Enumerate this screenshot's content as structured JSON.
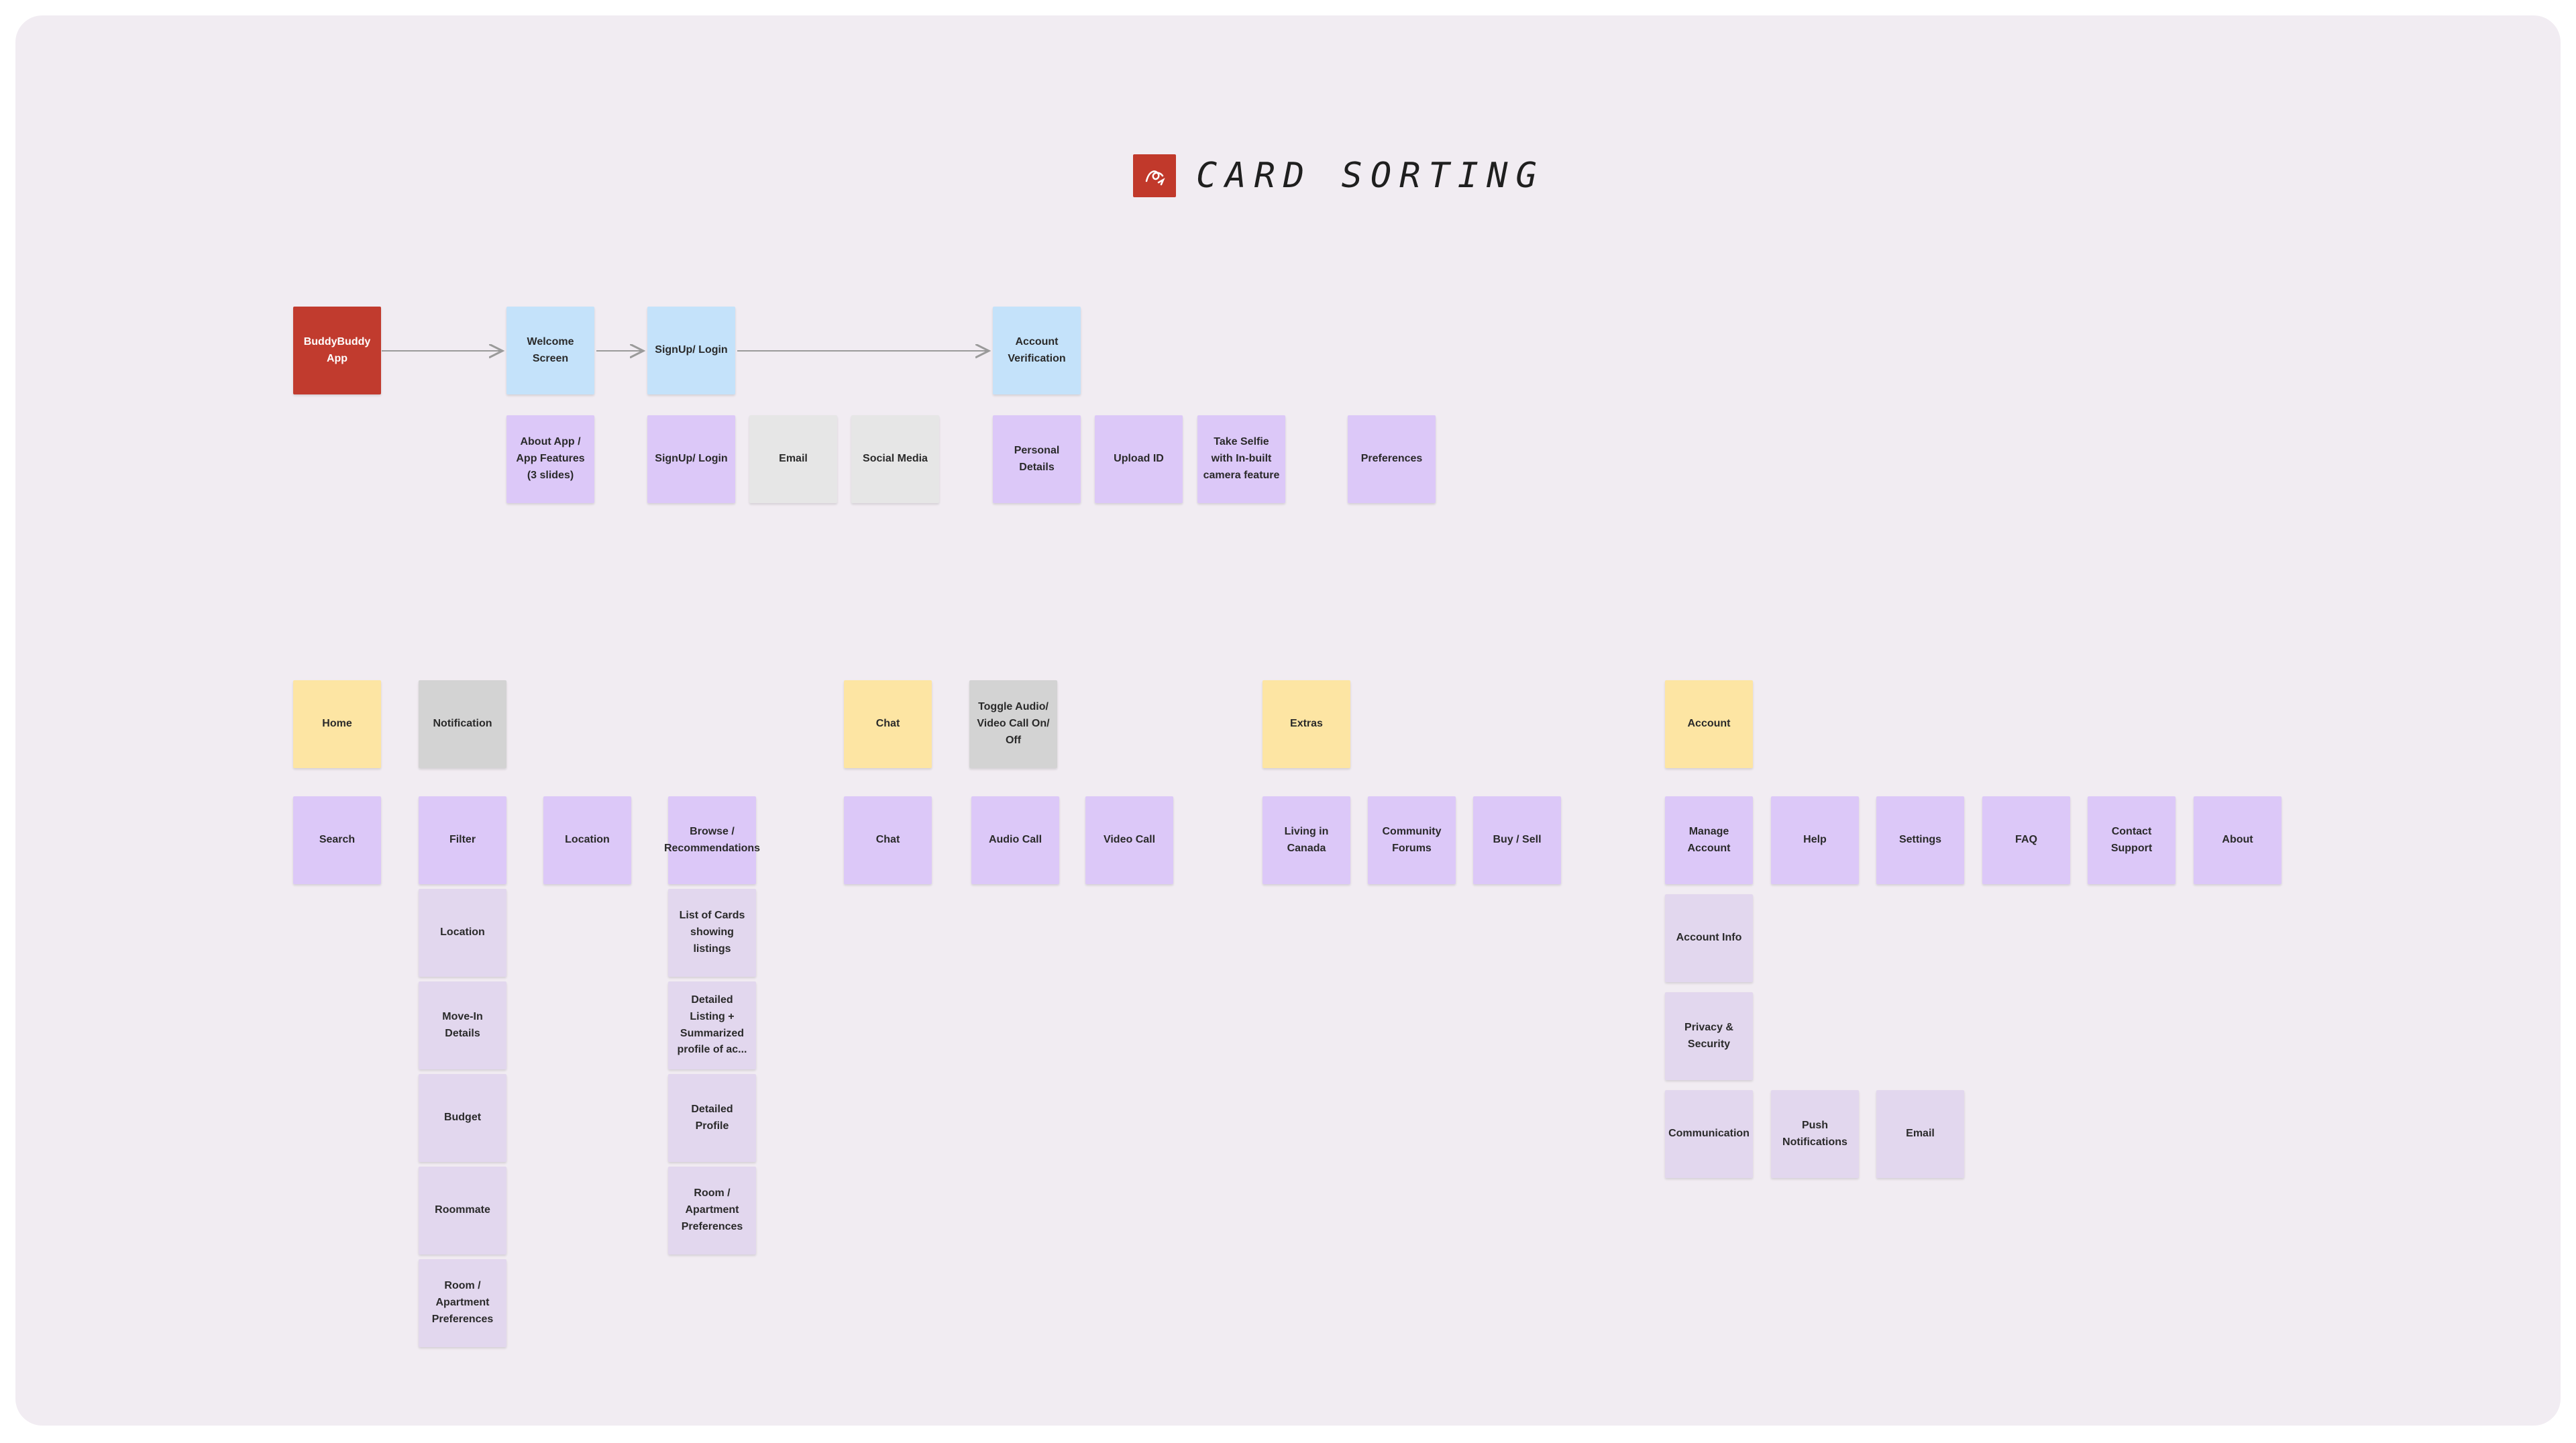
{
  "title": "CARD SORTING",
  "colors": {
    "board": "#f1ecf2",
    "red": "#c13b2e",
    "blue": "#c4e2fa",
    "purple": "#dcc8f8",
    "light_purple": "#e2d7ee",
    "gray": "#e6e6e6",
    "dark_gray": "#d3d3d3",
    "yellow": "#fde5a3",
    "arrow": "#9a9a9a"
  },
  "onboarding": {
    "app": "BuddyBuddy App",
    "welcome": "Welcome Screen",
    "signup": "SignUp/ Login",
    "verification": "Account Verification",
    "about_app": "About App / App Features (3 slides)",
    "signup_login": "SignUp/ Login",
    "email": "Email",
    "social_media": "Social Media",
    "personal_details": "Personal Details",
    "upload_id": "Upload ID",
    "take_selfie": "Take Selfie with In-built camera feature",
    "preferences": "Preferences"
  },
  "home": {
    "home": "Home",
    "notification": "Notification",
    "search": "Search",
    "filter": "Filter",
    "location": "Location",
    "browse": "Browse / Recommendations",
    "filter_location": "Location",
    "move_in": "Move-In Details",
    "budget": "Budget",
    "roommate": "Roommate",
    "room_prefs": "Room / Apartment Preferences",
    "list_cards": "List of Cards showing listings",
    "detailed_listing": "Detailed Listing + Summarized profile of ac...",
    "detailed_profile": "Detailed Profile",
    "room_prefs_2": "Room / Apartment Preferences"
  },
  "chat": {
    "chat_header": "Chat",
    "toggle": "Toggle Audio/ Video Call On/ Off",
    "chat": "Chat",
    "audio_call": "Audio Call",
    "video_call": "Video Call"
  },
  "extras": {
    "header": "Extras",
    "living": "Living in Canada",
    "forums": "Community Forums",
    "buy_sell": "Buy / Sell"
  },
  "account": {
    "header": "Account",
    "manage": "Manage Account",
    "help": "Help",
    "settings": "Settings",
    "faq": "FAQ",
    "contact": "Contact Support",
    "about": "About",
    "account_info": "Account Info",
    "privacy": "Privacy & Security",
    "communication": "Communication",
    "push": "Push Notifications",
    "email": "Email"
  }
}
